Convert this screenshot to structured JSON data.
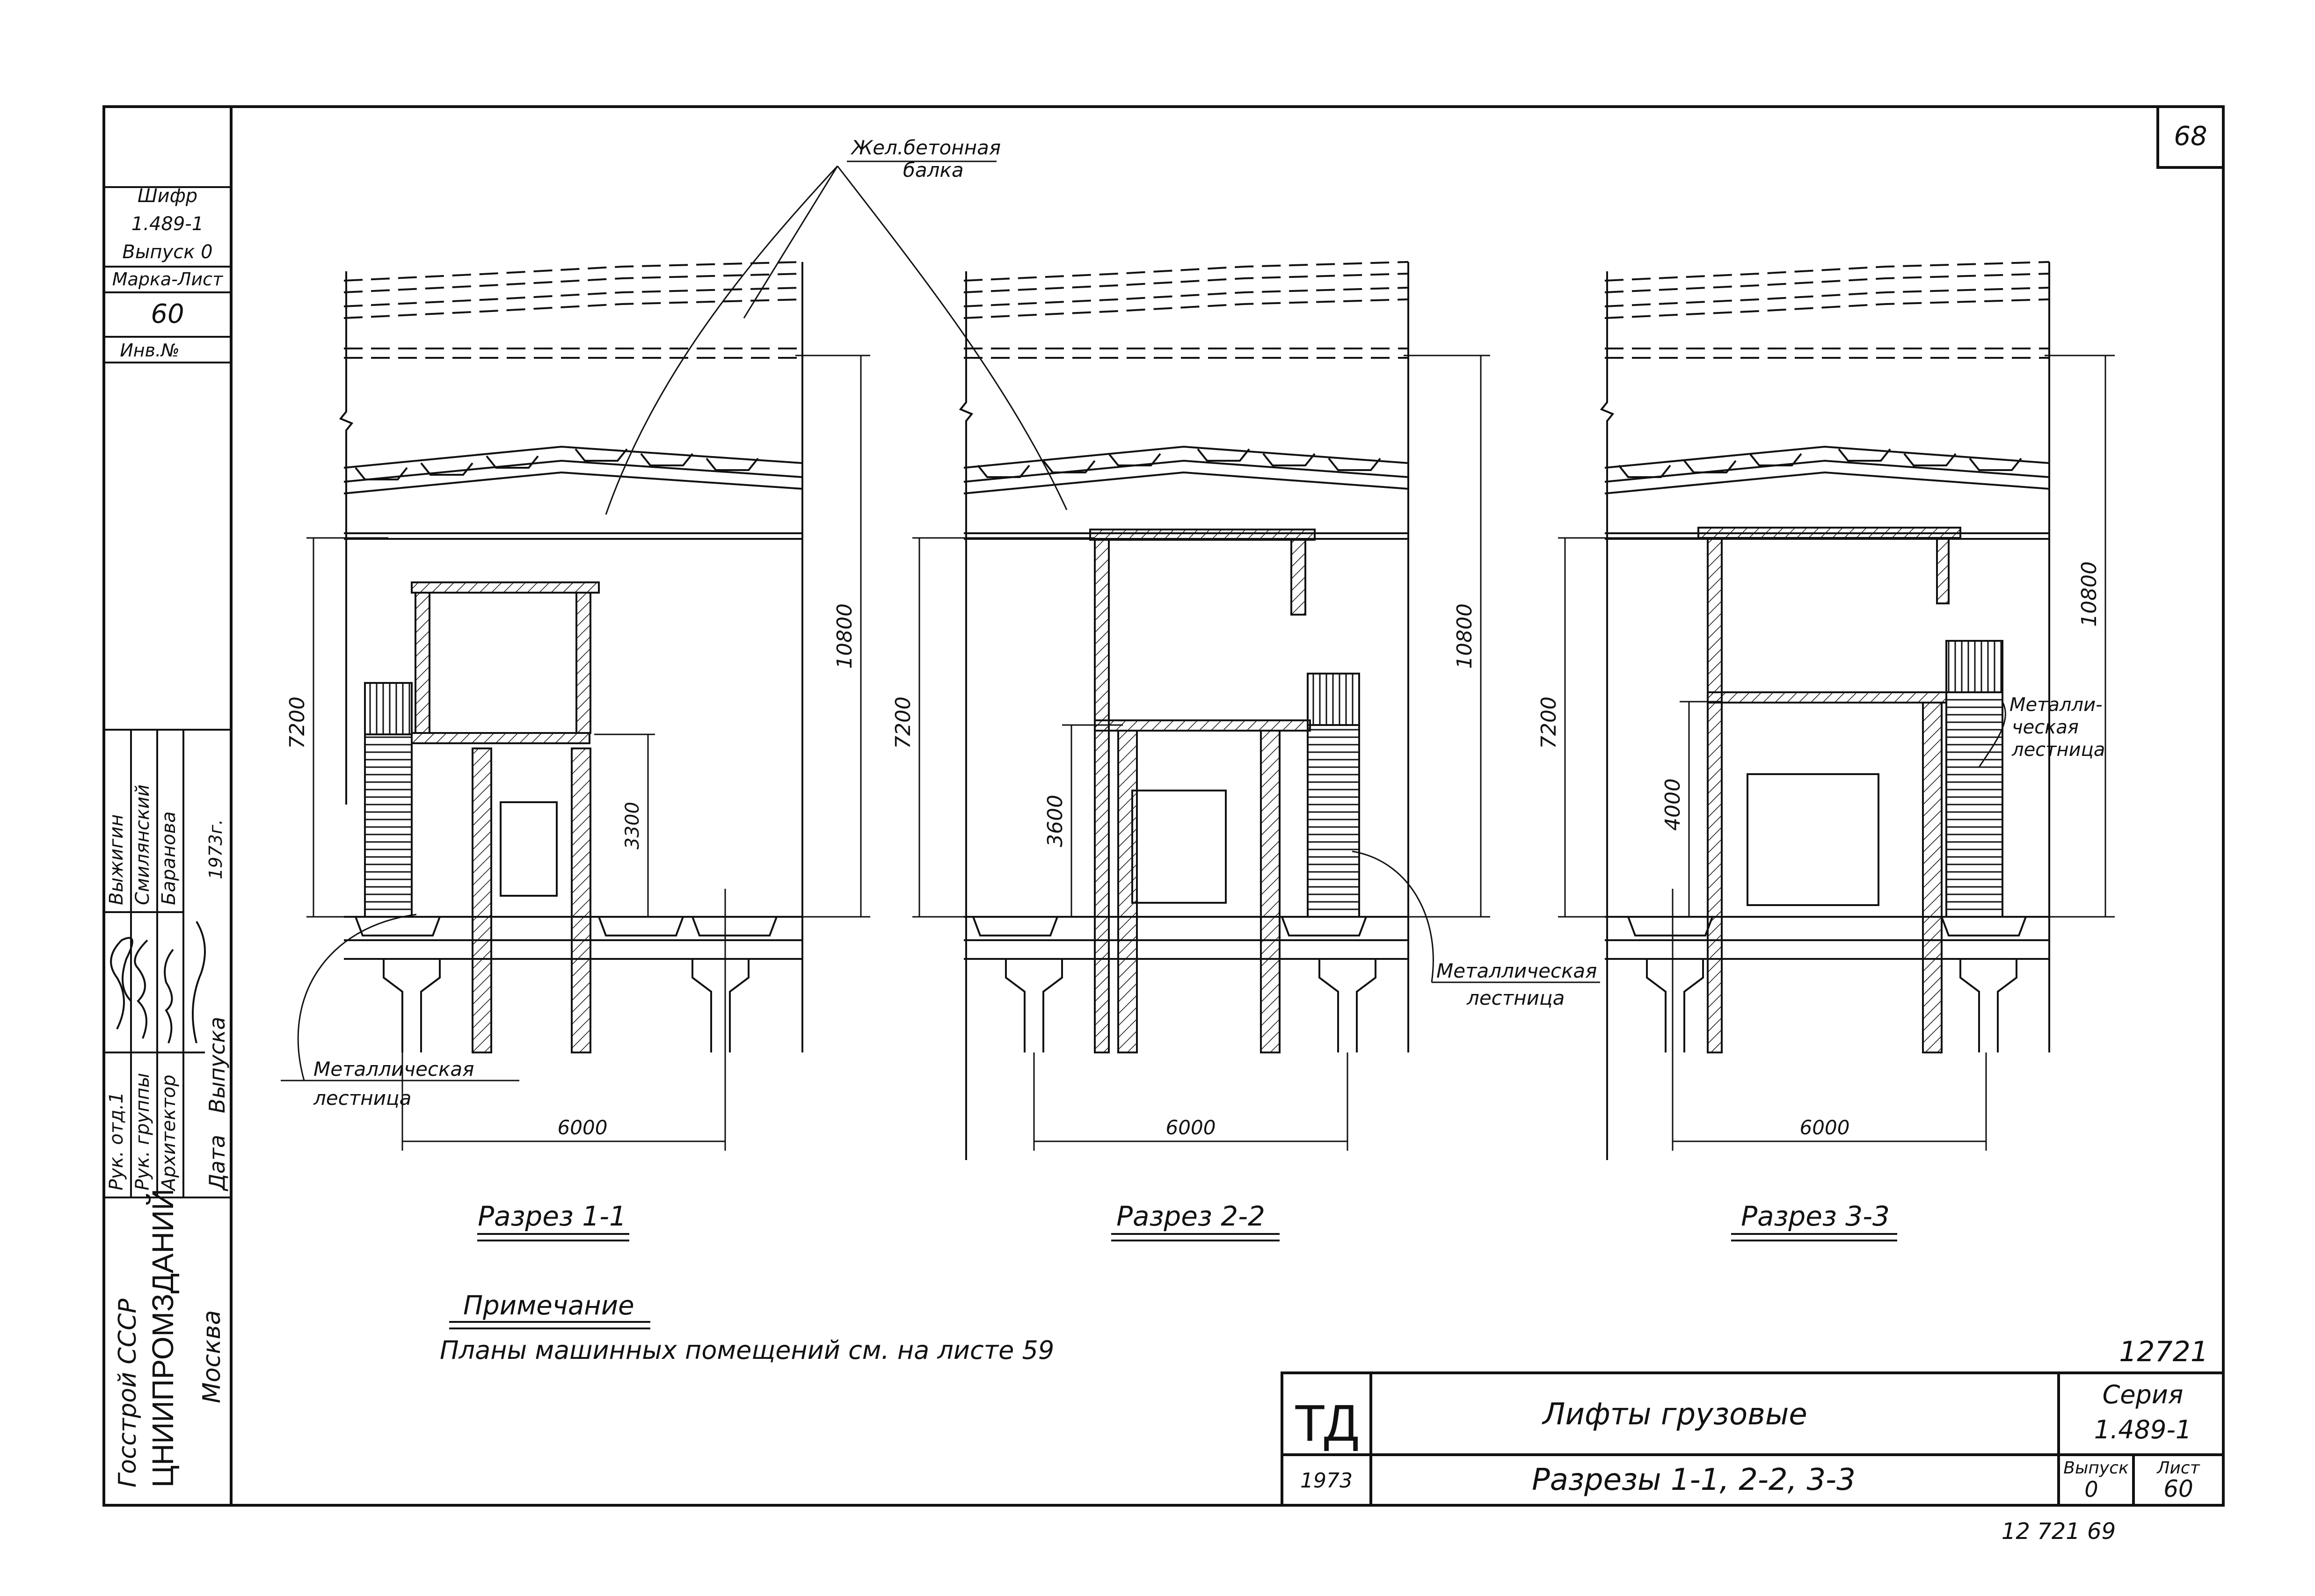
{
  "sheet": {
    "page_number": "68",
    "bottom_code": "12 721 69"
  },
  "stamp": {
    "shifr_label": "Шифр",
    "shifr_line1": "1.489-1",
    "shifr_line2": "Выпуск 0",
    "marka_list_label": "Марка-Лист",
    "marka_list_value": "60",
    "inv_label": "Инв.№",
    "role1": "Рук. отд.1",
    "role2": "Рук. группы",
    "role3": "Архитектор",
    "name1": "Выжигин",
    "name2": "Смилянский",
    "name3": "Баранова",
    "date_label": "Дата",
    "vypusk_label": "Выпуска",
    "year": "1973г.",
    "org1": "Госстрой СССР",
    "org2": "ЦНИИПРОМЗДАНИЙ",
    "org3": "Москва"
  },
  "annotations": {
    "beam_line1": "Жел.бетонная",
    "beam_line2": "балка",
    "stair_line1": "Металлическая",
    "stair_line2": "лестница",
    "stair3_line1": "Металли-",
    "stair3_line2": "ческая",
    "stair3_line3": "лестница"
  },
  "sections": [
    {
      "title": "Разрез 1-1",
      "dim_total": "10800",
      "dim_room": "7200",
      "dim_lower": "3300",
      "dim_width": "6000"
    },
    {
      "title": "Разрез 2-2",
      "dim_total": "10800",
      "dim_room": "7200",
      "dim_lower": "3600",
      "dim_width": "6000"
    },
    {
      "title": "Разрез 3-3",
      "dim_total": "10800",
      "dim_room": "7200",
      "dim_lower": "4000",
      "dim_width": "6000"
    }
  ],
  "note": {
    "title": "Примечание",
    "text": "Планы машинных помещений см. на листе 59"
  },
  "title_block": {
    "code": "12721",
    "td": "ТД",
    "year": "1973",
    "title": "Лифты грузовые",
    "subtitle": "Разрезы 1-1, 2-2, 3-3",
    "series_label": "Серия",
    "series_value": "1.489-1",
    "vypusk_label": "Выпуск",
    "vypusk_value": "0",
    "list_label": "Лист",
    "list_value": "60"
  }
}
